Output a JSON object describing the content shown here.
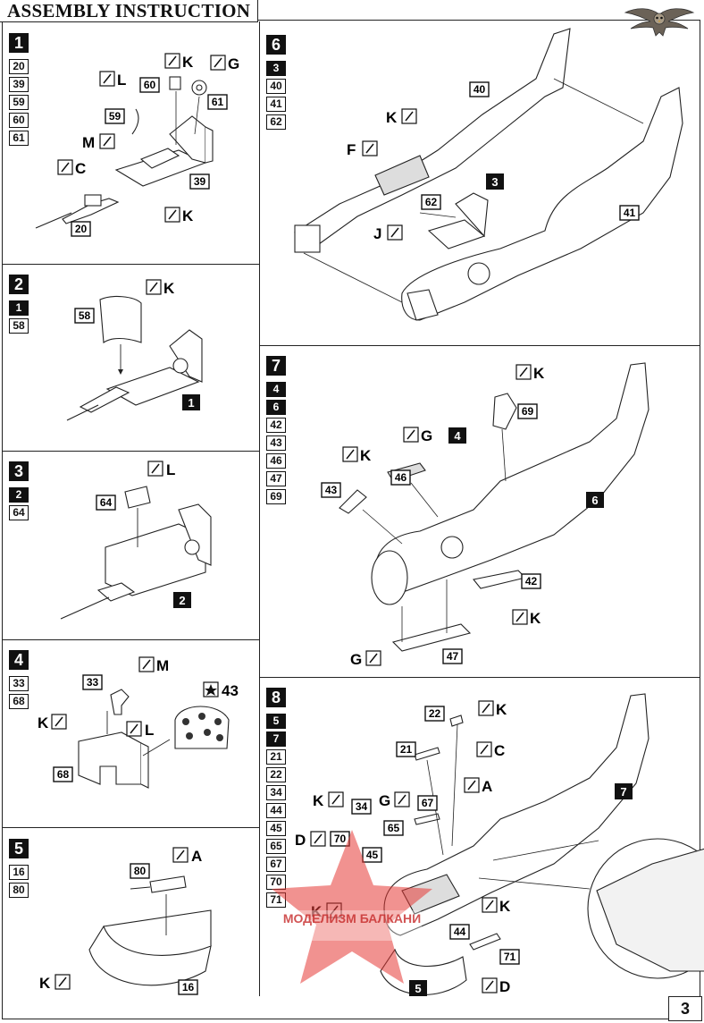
{
  "header": {
    "title": "ASSEMBLY INSTRUCTION",
    "page_number": "3"
  },
  "logo_icon": "owl-icon",
  "watermark_icon": "red-star-watermark",
  "watermark_text": "МОДЕЛИЗМ БАЛКАНИ",
  "paint_icon": "brush-icon",
  "steps": [
    {
      "number": "1",
      "refs": [
        "20",
        "39",
        "59",
        "60",
        "61"
      ],
      "callouts": {
        "p60": "60",
        "p61": "61",
        "p59": "59",
        "p39": "39",
        "p20": "20"
      },
      "paints": [
        "K",
        "G",
        "L",
        "M",
        "C",
        "K"
      ]
    },
    {
      "number": "2",
      "refs": [
        "1",
        "58"
      ],
      "black_refs": [
        "1"
      ],
      "callouts": {
        "p58": "58",
        "p1": "1"
      },
      "paints": [
        "K"
      ]
    },
    {
      "number": "3",
      "refs": [
        "2",
        "64"
      ],
      "black_refs": [
        "2"
      ],
      "callouts": {
        "p64": "64",
        "p2": "2"
      },
      "paints": [
        "L"
      ]
    },
    {
      "number": "4",
      "refs": [
        "33",
        "68"
      ],
      "callouts": {
        "p33": "33",
        "p68": "68",
        "decal": "43"
      },
      "paints": [
        "M",
        "K",
        "L"
      ]
    },
    {
      "number": "5",
      "refs": [
        "16",
        "80"
      ],
      "callouts": {
        "p80": "80",
        "p16": "16"
      },
      "paints": [
        "A",
        "K"
      ]
    },
    {
      "number": "6",
      "refs": [
        "3",
        "40",
        "41",
        "62"
      ],
      "black_refs": [
        "3"
      ],
      "callouts": {
        "p40": "40",
        "p41": "41",
        "p62": "62",
        "p3": "3"
      },
      "paints": [
        "K",
        "F",
        "J"
      ]
    },
    {
      "number": "7",
      "refs": [
        "4",
        "6",
        "42",
        "43",
        "46",
        "47",
        "69"
      ],
      "black_refs": [
        "4",
        "6"
      ],
      "callouts": {
        "p69": "69",
        "p46": "46",
        "p43": "43",
        "p4": "4",
        "p6": "6",
        "p42": "42",
        "p47": "47"
      },
      "paints": [
        "K",
        "G",
        "K",
        "K",
        "G"
      ]
    },
    {
      "number": "8",
      "refs": [
        "5",
        "7",
        "21",
        "22",
        "34",
        "44",
        "45",
        "65",
        "67",
        "70",
        "71"
      ],
      "black_refs": [
        "5",
        "7"
      ],
      "callouts": {
        "p22": "22",
        "p21": "21",
        "p34": "34",
        "p67": "67",
        "p65": "65",
        "p70": "70",
        "p45": "45",
        "p44": "44",
        "p71": "71",
        "p7": "7",
        "p5": "5"
      },
      "paints": [
        "K",
        "C",
        "A",
        "K",
        "G",
        "D",
        "K",
        "K",
        "D"
      ]
    }
  ]
}
